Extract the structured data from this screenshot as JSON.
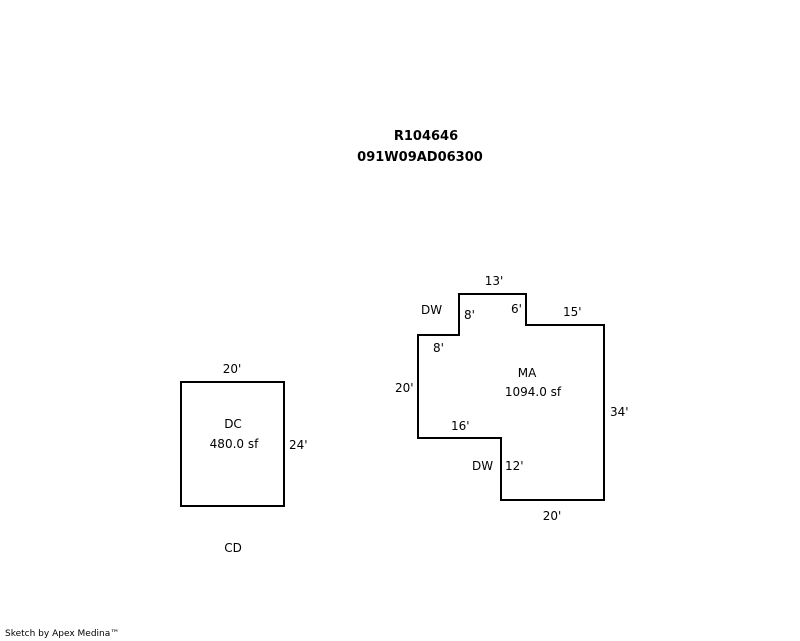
{
  "header": {
    "account": "R104646",
    "parcel": "091W09AD06300"
  },
  "areas": [
    {
      "code": "MA",
      "area": "1094.0 sf",
      "dims": {
        "top": "13'",
        "upper_left_step_vertical": "8'",
        "upper_right_step_vertical": "6'",
        "right_top": "15'",
        "right": "34'",
        "bottom": "20'",
        "lower_step_vertical": "12'",
        "lower_step_horizontal": "16'",
        "left": "20'",
        "left_step_horizontal": "8'"
      },
      "annotations": [
        "DW",
        "DW"
      ]
    },
    {
      "code": "DC",
      "area": "480.0 sf",
      "dims": {
        "top": "20'",
        "right": "24'"
      },
      "annotations": [
        "CD"
      ]
    }
  ],
  "footer": "Sketch by Apex Medina™"
}
